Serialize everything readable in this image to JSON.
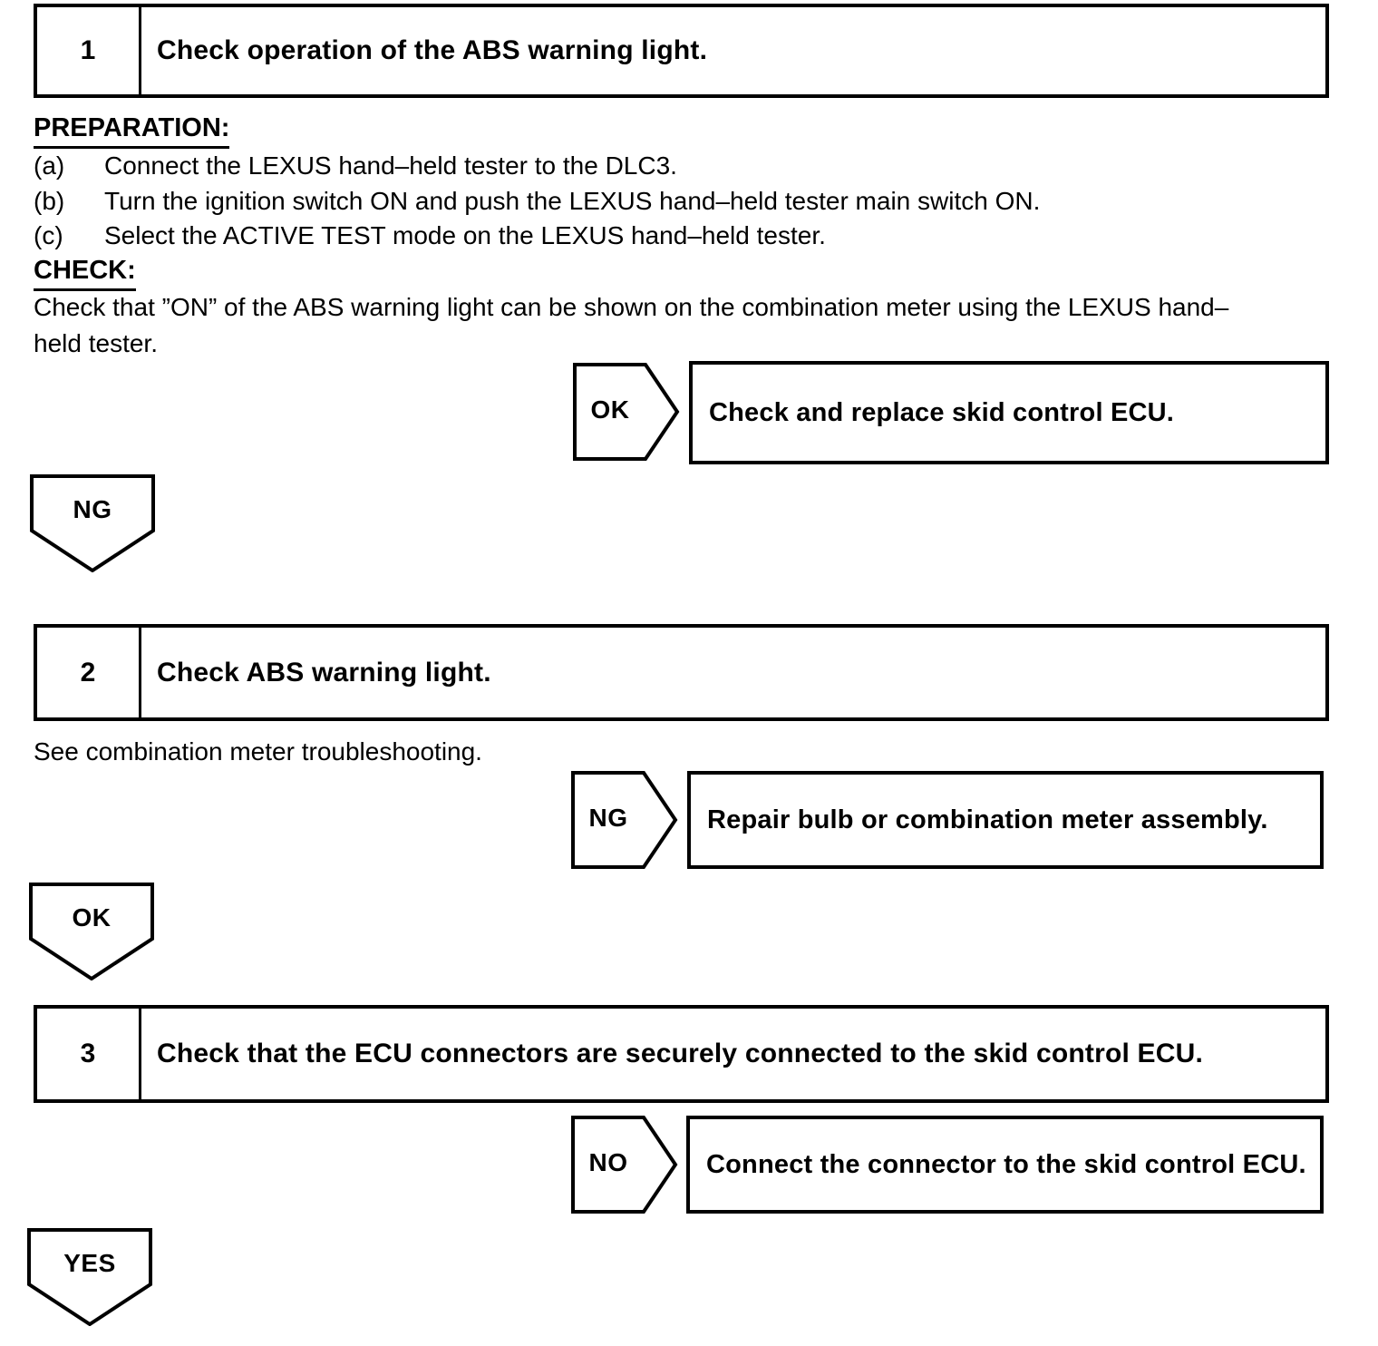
{
  "steps": {
    "s1": {
      "number": "1",
      "title": "Check operation of the ABS warning light.",
      "preparation_heading": "PREPARATION:",
      "prep_items": [
        {
          "label": "(a)",
          "text": "Connect the LEXUS hand–held tester to the DLC3."
        },
        {
          "label": "(b)",
          "text": "Turn the ignition switch ON and push the LEXUS hand–held tester main switch ON."
        },
        {
          "label": "(c)",
          "text": "Select the ACTIVE TEST mode on the LEXUS hand–held tester."
        }
      ],
      "check_heading": "CHECK:",
      "check_lines": [
        "Check that ”ON” of the ABS warning light can be shown on the combination meter using the LEXUS hand–",
        "held tester."
      ],
      "branch_label": "OK",
      "branch_result": "Check and replace skid control ECU.",
      "continue_label": "NG"
    },
    "s2": {
      "number": "2",
      "title": "Check ABS warning light.",
      "note": "See combination meter troubleshooting.",
      "branch_label": "NG",
      "branch_result": "Repair bulb or combination meter assembly.",
      "continue_label": "OK"
    },
    "s3": {
      "number": "3",
      "title": "Check that the ECU connectors are securely connected to the skid control ECU.",
      "branch_label": "NO",
      "branch_result": "Connect the connector to the skid control ECU.",
      "continue_label": "YES"
    }
  }
}
